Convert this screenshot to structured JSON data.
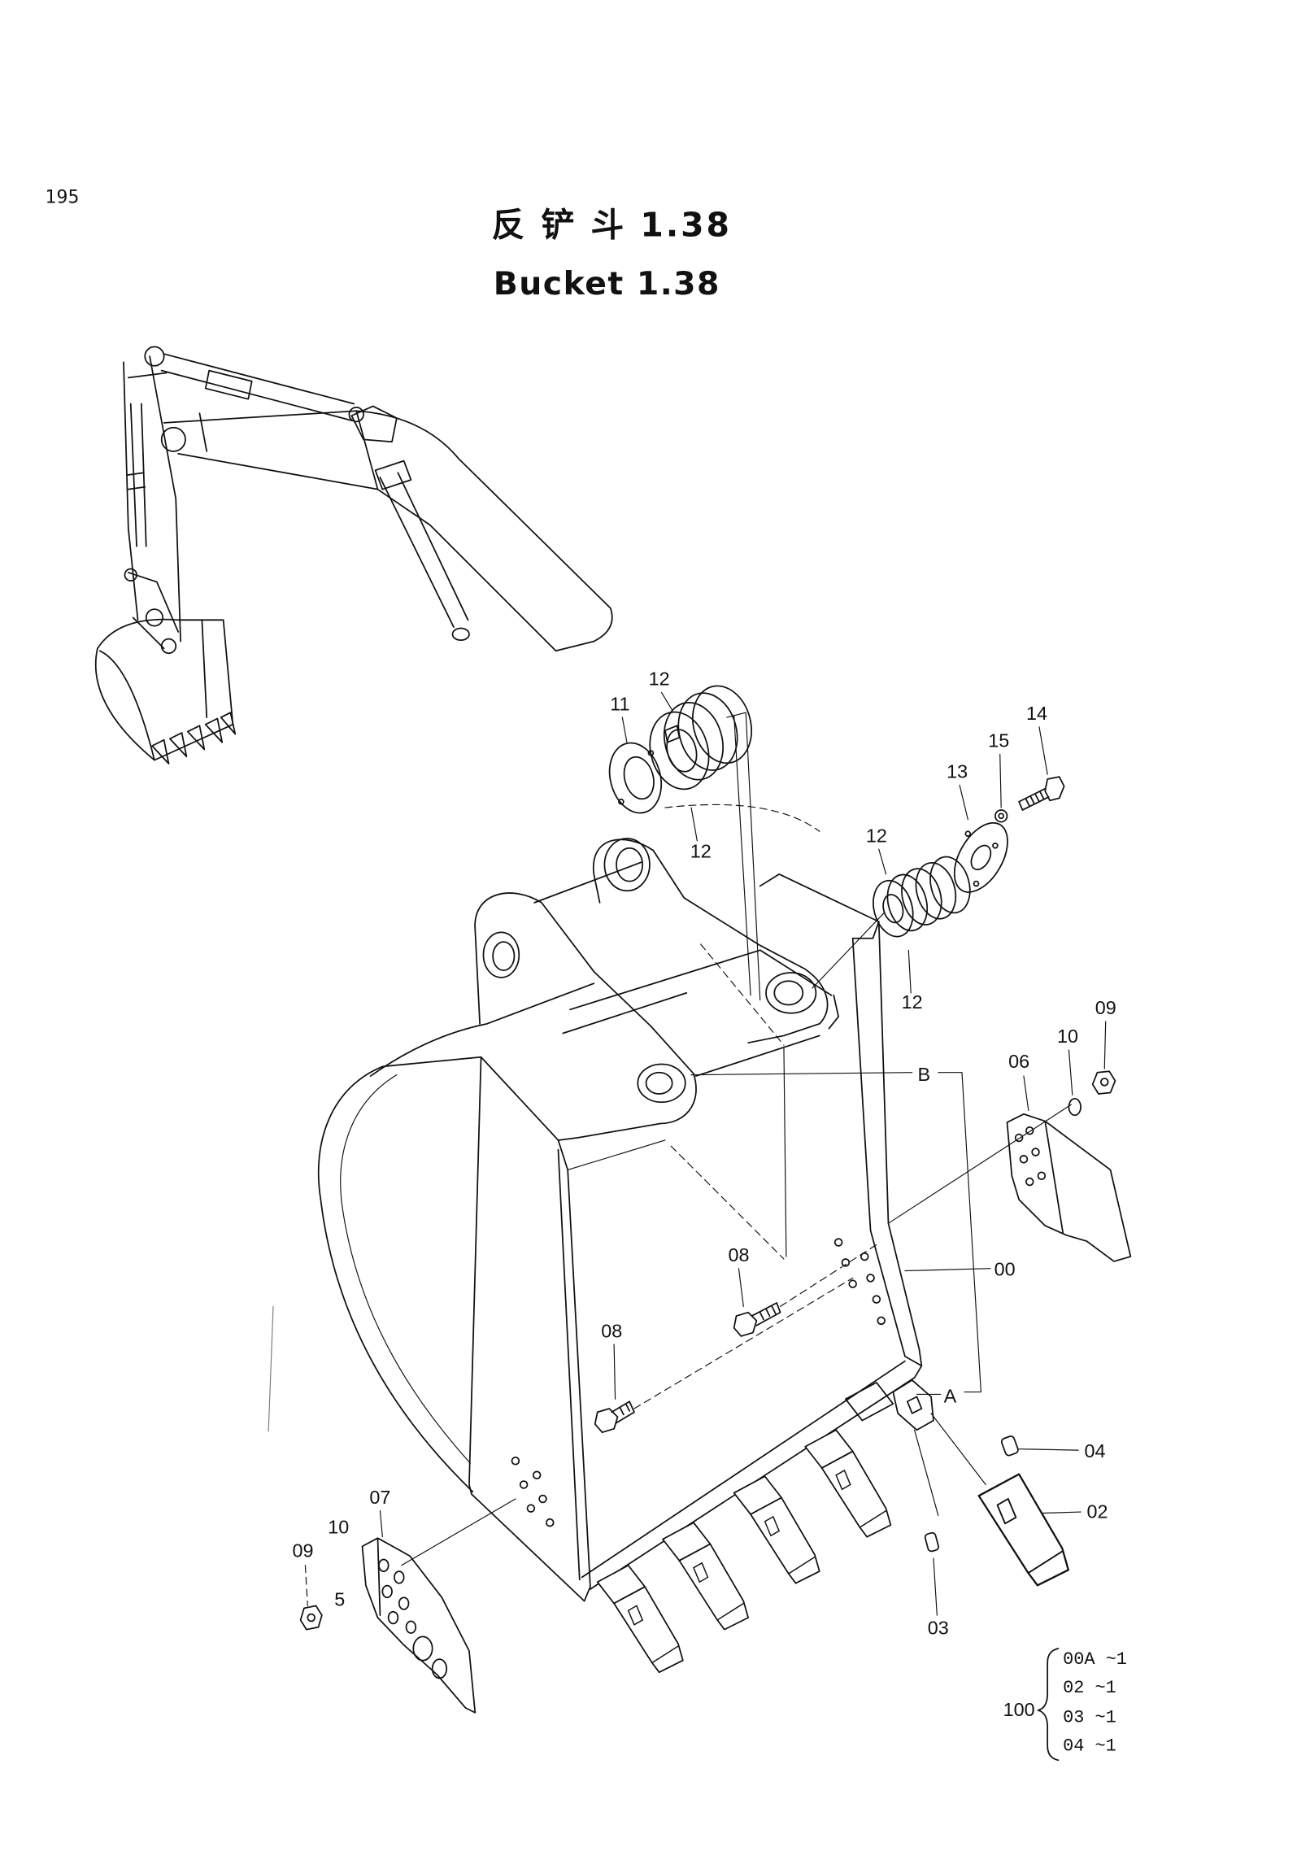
{
  "page_number": "195",
  "title": {
    "cn": "反 铲 斗 1.38",
    "en": "Bucket 1.38"
  },
  "callouts": [
    "11",
    "12",
    "12",
    "12",
    "12",
    "13",
    "15",
    "14",
    "09",
    "10",
    "06",
    "B",
    "00",
    "08",
    "08",
    "A",
    "04",
    "02",
    "03",
    "07",
    "10",
    "09",
    "5"
  ],
  "parts_list": {
    "assembly": "100",
    "items": [
      "00A ~1",
      "02 ~1",
      "03 ~1",
      "04 ~1"
    ]
  }
}
